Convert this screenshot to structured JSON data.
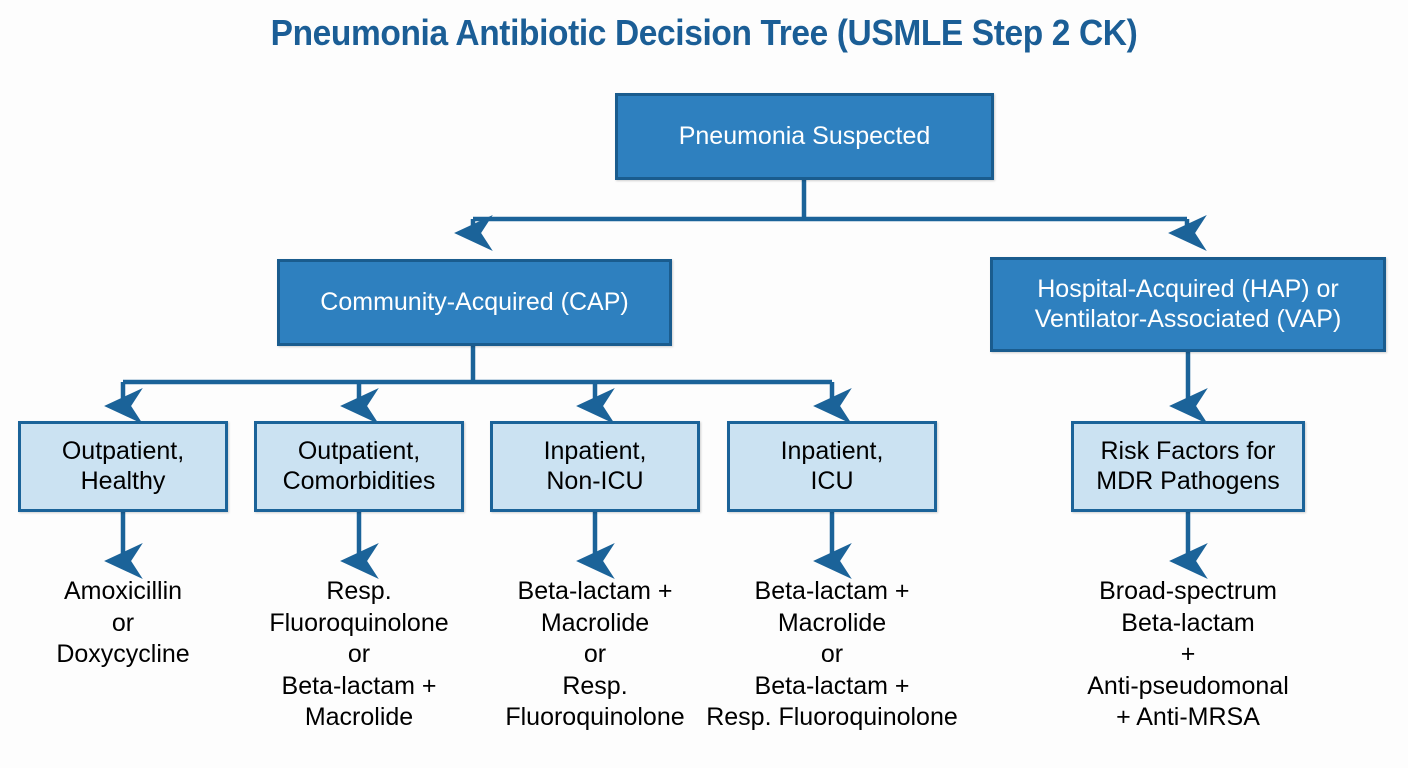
{
  "page": {
    "title": "Pneumonia Antibiotic Decision Tree (USMLE Step 2 CK)",
    "background_color": "#fdfdfd"
  },
  "colors": {
    "title_blue": "#1b5e96",
    "node_dark_fill": "#2e80bf",
    "node_dark_border": "#1a5c8e",
    "node_light_fill": "#cbe2f2",
    "node_light_border": "#1b6399",
    "connector": "#1b6399",
    "dark_text": "#ffffff",
    "light_text": "#000000"
  },
  "diagram": {
    "type": "decision-tree",
    "root": {
      "id": "pneumonia-suspected",
      "label": "Pneumonia Suspected",
      "style": "dark"
    },
    "level2": [
      {
        "id": "community-acquired",
        "label": "Community-Acquired (CAP)",
        "style": "dark"
      },
      {
        "id": "hospital-acquired",
        "label": "Hospital-Acquired (HAP) or\nVentilator-Associated (VAP)",
        "style": "dark"
      }
    ],
    "level3": [
      {
        "id": "outpatient-healthy",
        "label": "Outpatient,\nHealthy",
        "style": "light",
        "parent": "community-acquired"
      },
      {
        "id": "outpatient-comorbidities",
        "label": "Outpatient,\nComorbidities",
        "style": "light",
        "parent": "community-acquired"
      },
      {
        "id": "inpatient-non-icu",
        "label": "Inpatient,\nNon-ICU",
        "style": "light",
        "parent": "community-acquired"
      },
      {
        "id": "inpatient-icu",
        "label": "Inpatient,\nICU",
        "style": "light",
        "parent": "community-acquired"
      },
      {
        "id": "risk-factors-mdr",
        "label": "Risk Factors for\nMDR Pathogens",
        "style": "light",
        "parent": "hospital-acquired"
      }
    ],
    "leaves": [
      {
        "id": "treatment-outpatient-healthy",
        "text": "Amoxicillin\nor\nDoxycycline",
        "parent": "outpatient-healthy"
      },
      {
        "id": "treatment-outpatient-comorbidities",
        "text": "Resp.\nFluoroquinolone\nor\nBeta-lactam +\nMacrolide",
        "parent": "outpatient-comorbidities"
      },
      {
        "id": "treatment-inpatient-non-icu",
        "text": "Beta-lactam +\nMacrolide\nor\nResp.\nFluoroquinolone",
        "parent": "inpatient-non-icu"
      },
      {
        "id": "treatment-inpatient-icu",
        "text": "Beta-lactam +\nMacrolide\nor\nBeta-lactam +\nResp. Fluoroquinolone",
        "parent": "inpatient-icu"
      },
      {
        "id": "treatment-mdr",
        "text": "Broad-spectrum\nBeta-lactam\n+\nAnti-pseudomonal\n+ Anti-MRSA",
        "parent": "risk-factors-mdr"
      }
    ]
  }
}
